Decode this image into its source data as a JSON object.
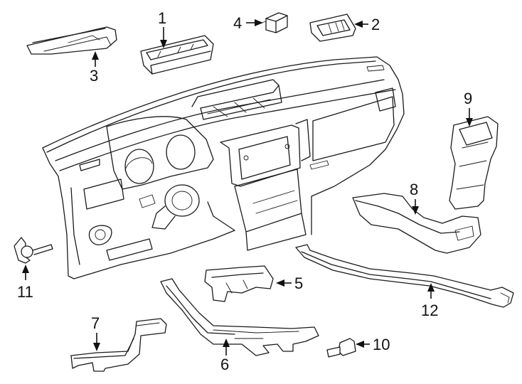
{
  "diagram": {
    "colors": {
      "line": "#1a1a1a",
      "background": "#ffffff",
      "label": "#111111"
    },
    "callouts": [
      {
        "id": "1",
        "label": "1"
      },
      {
        "id": "2",
        "label": "2"
      },
      {
        "id": "3",
        "label": "3"
      },
      {
        "id": "4",
        "label": "4"
      },
      {
        "id": "5",
        "label": "5"
      },
      {
        "id": "6",
        "label": "6"
      },
      {
        "id": "7",
        "label": "7"
      },
      {
        "id": "8",
        "label": "8"
      },
      {
        "id": "9",
        "label": "9"
      },
      {
        "id": "10",
        "label": "10"
      },
      {
        "id": "11",
        "label": "11"
      },
      {
        "id": "12",
        "label": "12"
      }
    ]
  }
}
